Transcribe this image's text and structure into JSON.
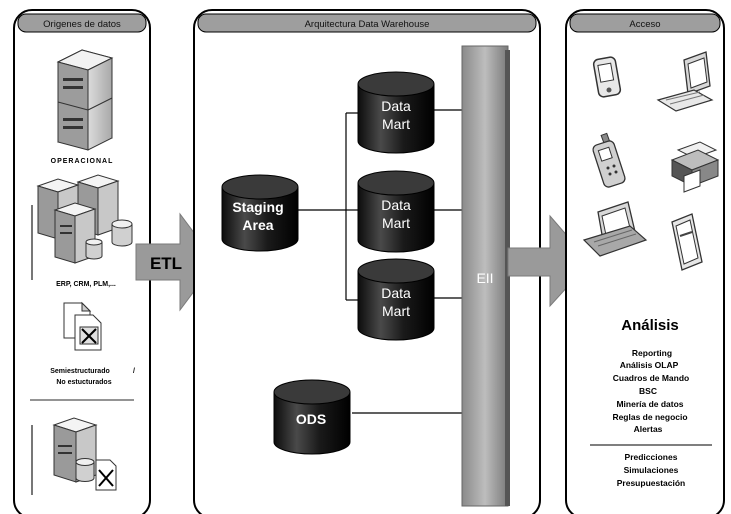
{
  "panels": {
    "sources": {
      "title": "Origenes de datos"
    },
    "warehouse": {
      "title": "Arquitectura Data Warehouse"
    },
    "access": {
      "title": "Acceso"
    }
  },
  "sources": {
    "operational_label": "OPERACIONAL",
    "erp_label": "ERP, CRM, PLM,...",
    "semi_line1": "Semiestructurado",
    "semi_slash": "/",
    "semi_line2": "No estucturados"
  },
  "arrows": {
    "etl": "ETL",
    "eii": "EII"
  },
  "warehouse": {
    "staging_line1": "Staging",
    "staging_line2": "Area",
    "datamart_line1": "Data",
    "datamart_line2": "Mart",
    "ods": "ODS"
  },
  "access": {
    "analysis_title": "Análisis",
    "items": [
      "Reporting",
      "Análisis OLAP",
      "Cuadros de Mando",
      "BSC",
      "Minería de datos",
      "Reglas de negocio",
      "Alertas"
    ],
    "items2": [
      "Predicciones",
      "Simulaciones",
      "Presupuestación"
    ]
  },
  "icons": [
    "server-stack-icon",
    "server-cluster-icon",
    "database-icon",
    "spreadsheet-icon",
    "pda-icon",
    "desktop-computer-icon",
    "mobile-phone-icon",
    "printer-icon",
    "laptop-icon",
    "tablet-icon"
  ]
}
